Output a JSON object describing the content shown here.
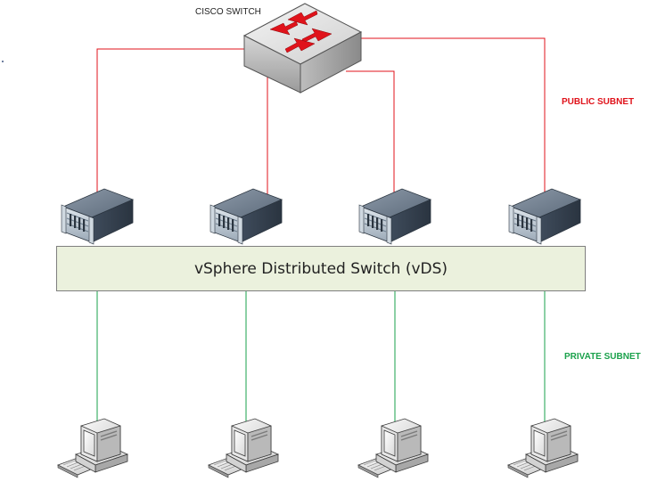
{
  "switch": {
    "label": "CISCO SWITCH"
  },
  "subnets": {
    "public_label": "PUBLIC SUBNET",
    "private_label": "PRIVATE SUBNET"
  },
  "vds": {
    "label": "vSphere Distributed Switch (vDS)"
  },
  "colors": {
    "public_link": "#e0131b",
    "private_link": "#1aa14b",
    "vds_fill": "#ebf1dd",
    "vds_border": "#7f7f7f",
    "switch_arrow": "#e0131b",
    "server_body": "#4c5a6c"
  },
  "nodes": {
    "servers": [
      "server-1",
      "server-2",
      "server-3",
      "server-4"
    ],
    "workstations": [
      "workstation-1",
      "workstation-2",
      "workstation-3",
      "workstation-4"
    ]
  }
}
